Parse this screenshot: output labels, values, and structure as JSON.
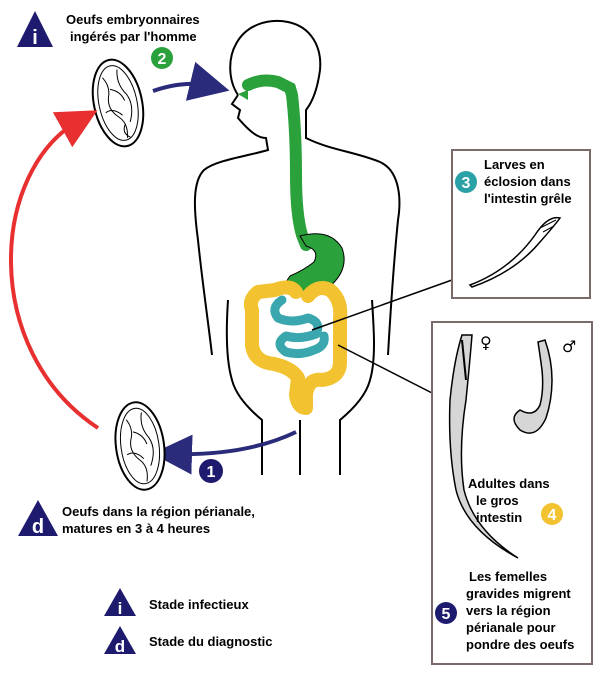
{
  "colors": {
    "stage1": "#1e1b6f",
    "stage2": "#2aa13a",
    "stage3": "#2aa1a6",
    "stage4": "#f2c230",
    "stage5": "#1e1b6f",
    "infective_arrow": "#e83030",
    "transmission_arrow": "#2a2b7a",
    "gut_green": "#2aa13a",
    "small_intestine": "#3aa6ad",
    "large_intestine": "#f2c230",
    "panel_border": "#7a6a6a"
  },
  "icons": {
    "infective": "i",
    "diagnostic": "d"
  },
  "steps": {
    "s1": {
      "number": "1"
    },
    "s2": {
      "number": "2",
      "text_line1": "Oeufs embryonnaires",
      "text_line2": "ingérés par l'homme"
    },
    "s3": {
      "number": "3",
      "text_line1": "Larves en",
      "text_line2": "éclosion dans",
      "text_line3": "l'intestin grêle"
    },
    "s4": {
      "number": "4",
      "text_line1": "Adultes dans",
      "text_line2": "le gros",
      "text_line3": "intestin"
    },
    "s5": {
      "number": "5",
      "text_line1": "Les femelles",
      "text_line2": "gravides migrent",
      "text_line3": "vers la région",
      "text_line4": "périanale pour",
      "text_line5": "pondre des oeufs"
    },
    "eggs_perianal": {
      "text_line1": "Oeufs dans la région périanale,",
      "text_line2": "matures en 3 à 4 heures"
    }
  },
  "adults": {
    "female_symbol": "♀",
    "male_symbol": "♂"
  },
  "legend": {
    "infective_label": "Stade infectieux",
    "diagnostic_label": "Stade du diagnostic"
  }
}
